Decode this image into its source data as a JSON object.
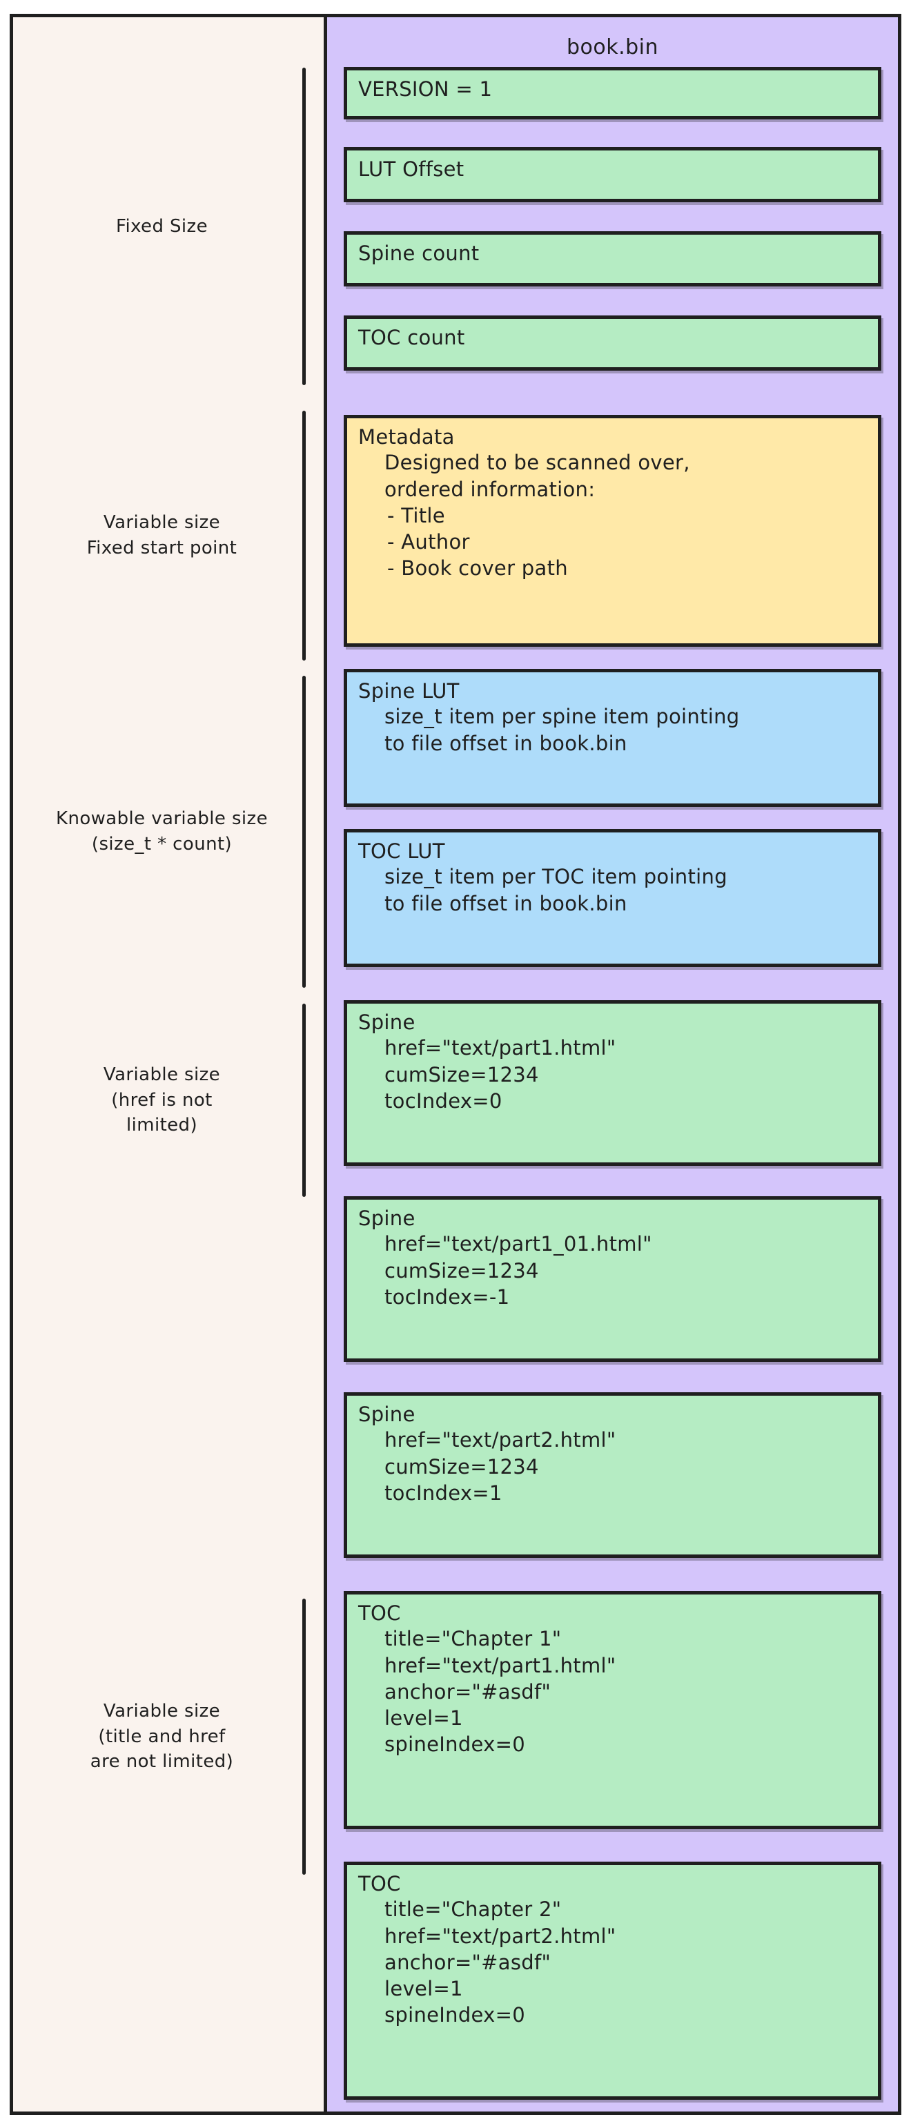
{
  "diagram": {
    "file_title": "book.bin",
    "colors": {
      "page_background": "#ffffff",
      "legend_background": "#faf3ee",
      "file_background": "#d4c5fb",
      "green_block": "#b5ecc3",
      "yellow_block": "#ffe9a8",
      "blue_block": "#aedcfa",
      "stroke": "#1f1f1f"
    }
  },
  "legend": {
    "groups": [
      {
        "id": "fixed-size",
        "text": "Fixed Size"
      },
      {
        "id": "variable-fixed-start",
        "text": "Variable size\nFixed start point"
      },
      {
        "id": "knowable-variable",
        "text": "Knowable variable size\n(size_t * count)"
      },
      {
        "id": "spine-variable",
        "text": "Variable size\n(href is not\nlimited)"
      },
      {
        "id": "toc-variable",
        "text": "Variable size\n(title and href\nare not limited)"
      }
    ]
  },
  "blocks": [
    {
      "id": "version",
      "color": "green",
      "head": "VERSION = 1",
      "lines": []
    },
    {
      "id": "lut-offset",
      "color": "green",
      "head": "LUT Offset",
      "lines": []
    },
    {
      "id": "spine-count",
      "color": "green",
      "head": "Spine count",
      "lines": []
    },
    {
      "id": "toc-count",
      "color": "green",
      "head": "TOC count",
      "lines": []
    },
    {
      "id": "metadata",
      "color": "yellow",
      "head": "Metadata",
      "body": "Designed to be scanned over,\nordered information:",
      "sublist": "- Title\n- Author\n- Book cover path"
    },
    {
      "id": "spine-lut",
      "color": "blue",
      "head": "Spine LUT",
      "body": "size_t item per spine item pointing\nto file offset in book.bin"
    },
    {
      "id": "toc-lut",
      "color": "blue",
      "head": "TOC LUT",
      "body": "size_t item per TOC item pointing\nto file offset in book.bin"
    },
    {
      "id": "spine-1",
      "color": "green",
      "head": "Spine",
      "body": "href=\"text/part1.html\"\ncumSize=1234\ntocIndex=0"
    },
    {
      "id": "spine-2",
      "color": "green",
      "head": "Spine",
      "body": "href=\"text/part1_01.html\"\ncumSize=1234\ntocIndex=-1"
    },
    {
      "id": "spine-3",
      "color": "green",
      "head": "Spine",
      "body": "href=\"text/part2.html\"\ncumSize=1234\ntocIndex=1"
    },
    {
      "id": "toc-1",
      "color": "green",
      "head": "TOC",
      "body": "title=\"Chapter 1\"\nhref=\"text/part1.html\"\nanchor=\"#asdf\"\nlevel=1\nspineIndex=0"
    },
    {
      "id": "toc-2",
      "color": "green",
      "head": "TOC",
      "body": "title=\"Chapter 2\"\nhref=\"text/part2.html\"\nanchor=\"#asdf\"\nlevel=1\nspineIndex=0"
    }
  ]
}
